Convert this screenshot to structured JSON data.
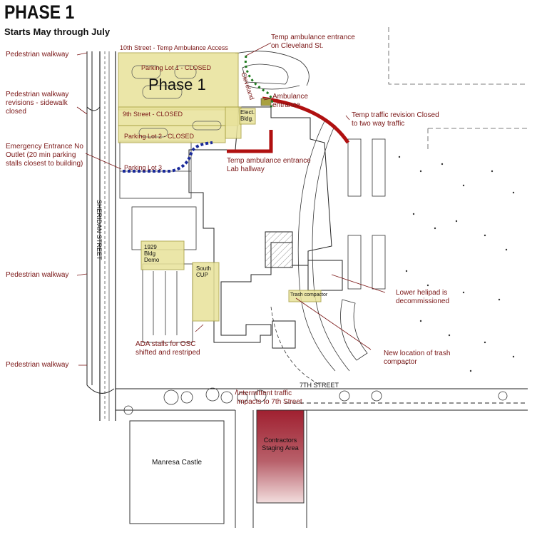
{
  "header": {
    "title": "PHASE 1",
    "subtitle": "Starts May through July"
  },
  "zones": {
    "phase_label": "Phase 1",
    "parking_lot_1": "Parking Lot 1 - CLOSED",
    "ninth_street": "9th Street - CLOSED",
    "parking_lot_2": "Parking Lot 2 - CLOSED",
    "parking_lot_3": "Parking Lot 3",
    "tenth_street": "10th Street - Temp Ambulance Access",
    "elect_bldg": "Elect. Bldg.",
    "cleveland": "Cleveland",
    "demo_1929": "1929 Bldg Demo",
    "south_cup": "South CUP",
    "trash_compactor": "Trash compactor",
    "sheridan_street": "SHERIDAN STREET",
    "seventh_street": "7TH STREET"
  },
  "annotations": {
    "ped1": "Pedestrian walkway",
    "ped_revisions": "Pedestrian walkway revisions - sidewalk closed",
    "emergency": "Emergency Entrance No Outlet (20 min parking stalls closest to building)",
    "ped2": "Pedestrian walkway",
    "ped3": "Pedestrian walkway",
    "temp_amb_cleveland": "Temp ambulance entrance on Cleveland St.",
    "amb_entrance": "Ambulance entrance",
    "traffic_revision": "Temp traffic revision Closed to two way traffic",
    "temp_amb_lab": "Temp ambulance entrance Lab hallway",
    "helipad": "Lower helipad is decommissioned",
    "trash_new": "New location of trash compactor",
    "ada": "ADA stalls for OSC shifted and restriped",
    "seventh_impacts": "Intermittent traffic impacts to 7th Street"
  },
  "buildings": {
    "manresa": "Manresa Castle",
    "staging": "Contractors Staging Area"
  },
  "colors": {
    "annotation_red": "#7a1616",
    "highlight_yellow": "#e8e29a",
    "route_red": "#b01010",
    "route_green": "#1e7a1e",
    "route_blue": "#1a2a9a",
    "staging_fill": "#9a2a32"
  }
}
